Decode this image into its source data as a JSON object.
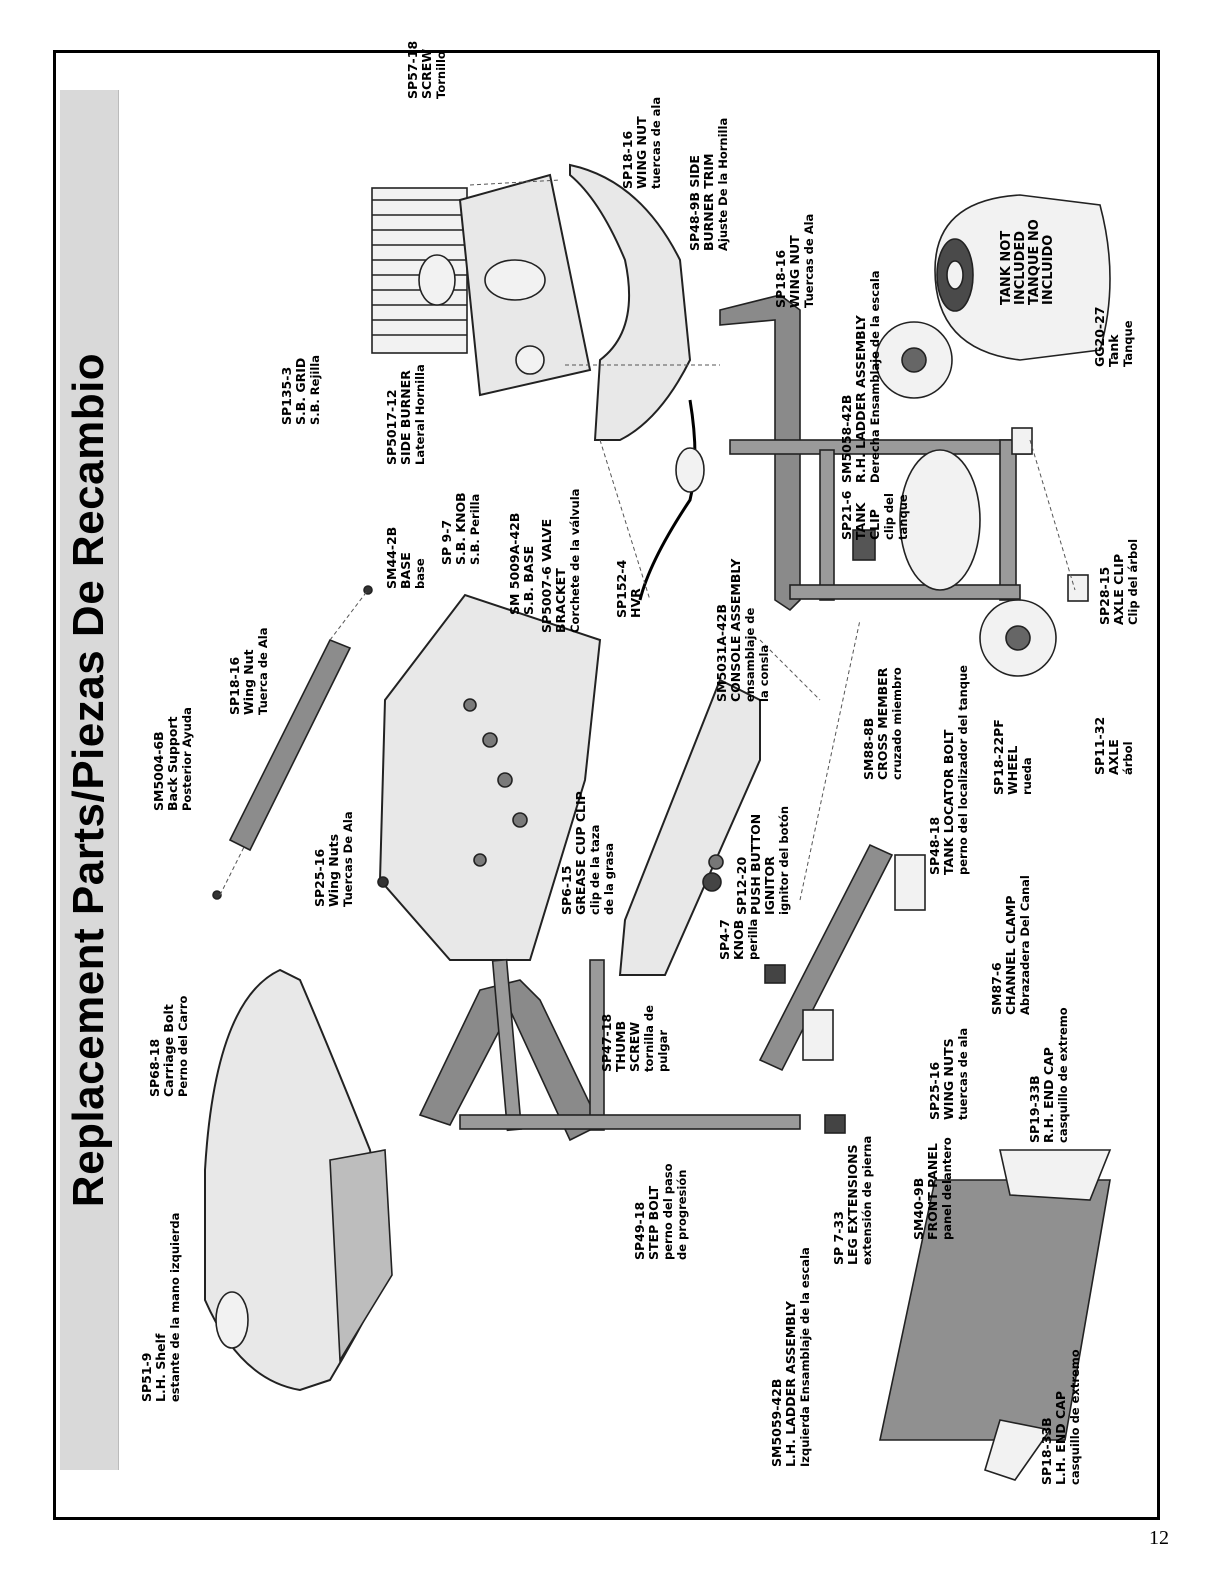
{
  "title": "Replacement Parts/Piezas De Recambio",
  "page_number": "12",
  "parts": [
    {
      "id": "sp51",
      "code": "SP51-9",
      "lines": [
        "L.H. Shelf",
        "estante de la mano izquierda"
      ]
    },
    {
      "id": "sp68",
      "code": "SP68-18",
      "lines": [
        "Carriage Bolt",
        "Perno del Carro"
      ]
    },
    {
      "id": "sm5004",
      "code": "SM5004-6B",
      "lines": [
        "Back Support",
        "Posterior Ayuda"
      ]
    },
    {
      "id": "sp18a",
      "code": "SP18-16",
      "lines": [
        "Wing Nut",
        "Tuerca de Ala"
      ]
    },
    {
      "id": "sp25a",
      "code": "SP25-16",
      "lines": [
        "Wing Nuts",
        "Tuercas De Ala"
      ]
    },
    {
      "id": "sm44",
      "code": "SM44-2B",
      "lines": [
        "BASE",
        "base"
      ]
    },
    {
      "id": "sp135",
      "code": "SP135-3",
      "lines": [
        "S.B. GRID",
        "S.B. Rejilla"
      ]
    },
    {
      "id": "sp5017",
      "code": "SP5017-12",
      "lines": [
        "SIDE BURNER",
        "Lateral Hornilla"
      ]
    },
    {
      "id": "sp97",
      "code": "SP 9-7",
      "lines": [
        "S.B. KNOB",
        "S.B. Perilla"
      ]
    },
    {
      "id": "sm5009",
      "code": "SM 5009A-42B",
      "lines": [
        "S.B. BASE"
      ]
    },
    {
      "id": "sp5007",
      "code": "SP5007-6 VALVE",
      "lines": [
        "BRACKET",
        "Corchete de la válvula"
      ]
    },
    {
      "id": "sp57",
      "code": "SP57-18",
      "lines": [
        "SCREW",
        "Tornillo"
      ]
    },
    {
      "id": "sp18b",
      "code": "SP18-16",
      "lines": [
        "WING NUT",
        "tuercas de ala"
      ]
    },
    {
      "id": "sp48",
      "code": "SP48-9B SIDE",
      "lines": [
        "BURNER TRIM",
        "Ajuste De la Hornilla"
      ]
    },
    {
      "id": "sp18c",
      "code": "SP18-16",
      "lines": [
        "WING NUT",
        "Tuercas de Ala"
      ]
    },
    {
      "id": "sm5058",
      "code": "SM5058-42B",
      "lines": [
        "R.H. LADDER ASSEMBLY",
        "Derecha Ensamblaje de la escala"
      ]
    },
    {
      "id": "gg20",
      "code": "GG20-27",
      "lines": [
        "Tank",
        "Tanque"
      ]
    },
    {
      "id": "sp152",
      "code": "SP152-4",
      "lines": [
        "HVR"
      ]
    },
    {
      "id": "sm5031",
      "code": "SM5031A-42B",
      "lines": [
        "CONSOLE ASSEMBLY",
        "ensamblaje de",
        "la consla"
      ]
    },
    {
      "id": "sp21",
      "code": "SP21-6",
      "lines": [
        "TANK",
        "CLIP",
        "clip del",
        "tanque"
      ]
    },
    {
      "id": "sp28",
      "code": "SP28-15",
      "lines": [
        "AXLE CLIP",
        "Clip del árbol"
      ]
    },
    {
      "id": "sp615",
      "code": "SP6-15",
      "lines": [
        "GREASE CUP CLIP",
        "clip de la taza",
        "de la grasa"
      ]
    },
    {
      "id": "sp1220",
      "code": "SP12-20",
      "lines": [
        "PUSH BUTTON",
        "IGNITOR",
        "ignitor del botón"
      ]
    },
    {
      "id": "sp47k",
      "code": "SP4-7",
      "lines": [
        "KNOB",
        "perilla"
      ]
    },
    {
      "id": "sm88",
      "code": "SM88-8B",
      "lines": [
        "CROSS MEMBER",
        "cruzado miembro"
      ]
    },
    {
      "id": "sp48t",
      "code": "SP48-18",
      "lines": [
        "TANK LOCATOR BOLT",
        "perno del localizador del tanque"
      ]
    },
    {
      "id": "sp18w",
      "code": "SP18-22PF",
      "lines": [
        "WHEEL",
        "rueda"
      ]
    },
    {
      "id": "sp11",
      "code": "SP11-32",
      "lines": [
        "AXLE",
        "árbol"
      ]
    },
    {
      "id": "sm87",
      "code": "SM87-6",
      "lines": [
        "CHANNEL CLAMP",
        "Abrazadera Del Canal"
      ]
    },
    {
      "id": "sp47t",
      "code": "SP47-18",
      "lines": [
        "THUMB",
        "SCREW",
        "tornilla de",
        "pulgar"
      ]
    },
    {
      "id": "sp25b",
      "code": "SP25-16",
      "lines": [
        "WING NUTS",
        "tuercas de ala"
      ]
    },
    {
      "id": "sp49",
      "code": "SP49-18",
      "lines": [
        "STEP BOLT",
        "perno del paso",
        "de progresión"
      ]
    },
    {
      "id": "sp733",
      "code": "SP 7-33",
      "lines": [
        "LEG EXTENSIONS",
        "extensión de pierna"
      ]
    },
    {
      "id": "sm40",
      "code": "SM40-9B",
      "lines": [
        "FRONT PANEL",
        "panel delantero"
      ]
    },
    {
      "id": "sp19",
      "code": "SP19-33B",
      "lines": [
        "R.H. END CAP",
        "casquillo de extremo"
      ]
    },
    {
      "id": "sm5059",
      "code": "SM5059-42B",
      "lines": [
        "L.H. LADDER ASSEMBLY",
        "Izquierda Ensamblaje de la escala"
      ]
    },
    {
      "id": "sp18cap",
      "code": "SP18-33B",
      "lines": [
        "L.H. END CAP",
        "casquillo de extremo"
      ]
    }
  ],
  "tank_text": [
    "TANK NOT",
    "INCLUDED",
    "TANQUE NO",
    "INCLUIDO"
  ]
}
